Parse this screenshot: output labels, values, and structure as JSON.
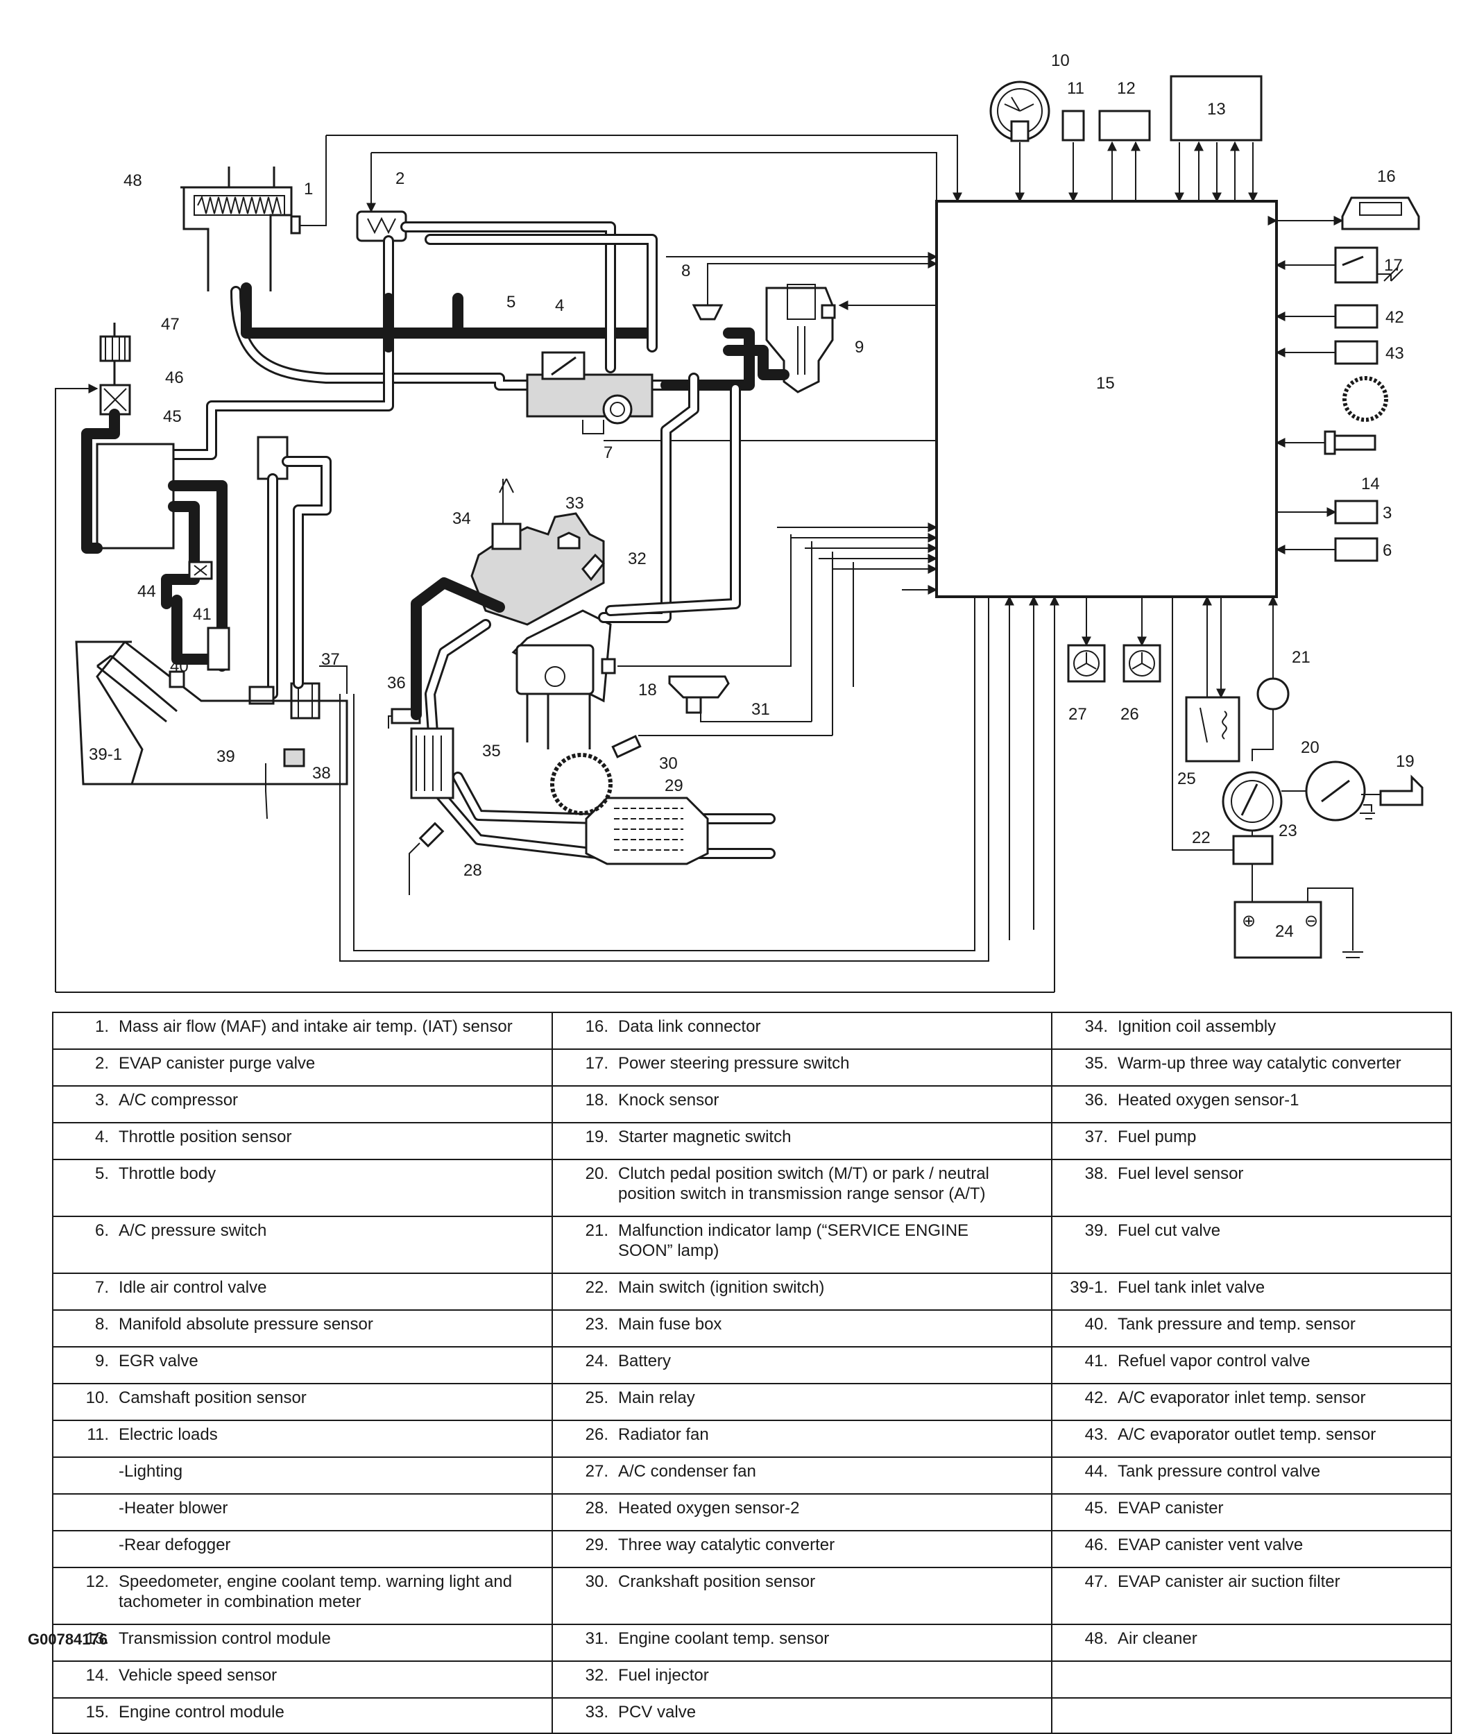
{
  "diagram": {
    "callouts": [
      "1",
      "2",
      "3",
      "4",
      "5",
      "6",
      "7",
      "8",
      "9",
      "10",
      "11",
      "12",
      "13",
      "14",
      "15",
      "16",
      "17",
      "18",
      "19",
      "20",
      "21",
      "22",
      "23",
      "24",
      "25",
      "26",
      "27",
      "28",
      "29",
      "30",
      "31",
      "32",
      "33",
      "34",
      "35",
      "36",
      "37",
      "38",
      "39",
      "39-1",
      "40",
      "41",
      "42",
      "43",
      "44",
      "45",
      "46",
      "47",
      "48"
    ],
    "battery_symbols": [
      "⊕",
      "⊖"
    ]
  },
  "legend": {
    "columns": [
      [
        {
          "n": "1.",
          "t": "Mass air flow (MAF) and intake air temp. (IAT) sensor"
        },
        {
          "n": "2.",
          "t": "EVAP canister purge valve"
        },
        {
          "n": "3.",
          "t": "A/C compressor"
        },
        {
          "n": "4.",
          "t": "Throttle position sensor"
        },
        {
          "n": "5.",
          "t": "Throttle body"
        },
        {
          "n": "6.",
          "t": "A/C pressure switch"
        },
        {
          "n": "7.",
          "t": "Idle air control valve"
        },
        {
          "n": "8.",
          "t": "Manifold absolute pressure sensor"
        },
        {
          "n": "9.",
          "t": "EGR valve"
        },
        {
          "n": "10.",
          "t": "Camshaft position sensor"
        },
        {
          "n": "11.",
          "t": "Electric loads"
        },
        {
          "n": "",
          "t": "-Lighting"
        },
        {
          "n": "",
          "t": "-Heater blower"
        },
        {
          "n": "",
          "t": "-Rear defogger"
        },
        {
          "n": "12.",
          "t": "Speedometer, engine coolant temp. warning light and\ntachometer in combination meter"
        },
        {
          "n": "13.",
          "t": "Transmission control module"
        },
        {
          "n": "14.",
          "t": "Vehicle speed sensor"
        },
        {
          "n": "15.",
          "t": "Engine control module"
        }
      ],
      [
        {
          "n": "16.",
          "t": "Data link connector"
        },
        {
          "n": "17.",
          "t": "Power steering pressure switch"
        },
        {
          "n": "18.",
          "t": "Knock sensor"
        },
        {
          "n": "19.",
          "t": "Starter magnetic switch"
        },
        {
          "n": "20.",
          "t": "Clutch pedal position switch (M/T) or park / neutral\nposition switch in transmission range sensor (A/T)"
        },
        {
          "n": "21.",
          "t": "Malfunction indicator lamp (“SERVICE ENGINE\nSOON” lamp)"
        },
        {
          "n": "22.",
          "t": "Main switch (ignition switch)"
        },
        {
          "n": "23.",
          "t": "Main fuse box"
        },
        {
          "n": "24.",
          "t": "Battery"
        },
        {
          "n": "25.",
          "t": "Main relay"
        },
        {
          "n": "26.",
          "t": "Radiator fan"
        },
        {
          "n": "27.",
          "t": "A/C condenser fan"
        },
        {
          "n": "28.",
          "t": "Heated oxygen sensor-2"
        },
        {
          "n": "29.",
          "t": "Three way catalytic converter"
        },
        {
          "n": "30.",
          "t": "Crankshaft position sensor"
        },
        {
          "n": "31.",
          "t": "Engine coolant temp. sensor"
        },
        {
          "n": "32.",
          "t": "Fuel injector"
        },
        {
          "n": "33.",
          "t": "PCV valve"
        }
      ],
      [
        {
          "n": "34.",
          "t": "Ignition coil assembly"
        },
        {
          "n": "35.",
          "t": "Warm-up three way catalytic converter"
        },
        {
          "n": "36.",
          "t": "Heated oxygen sensor-1"
        },
        {
          "n": "37.",
          "t": "Fuel pump"
        },
        {
          "n": "38.",
          "t": "Fuel level sensor"
        },
        {
          "n": "39.",
          "t": "Fuel cut valve"
        },
        {
          "n": "39-1.",
          "t": "Fuel tank inlet valve"
        },
        {
          "n": "40.",
          "t": "Tank pressure and temp. sensor"
        },
        {
          "n": "41.",
          "t": "Refuel vapor control valve"
        },
        {
          "n": "42.",
          "t": "A/C evaporator inlet temp. sensor"
        },
        {
          "n": "43.",
          "t": "A/C evaporator outlet temp. sensor"
        },
        {
          "n": "44.",
          "t": "Tank pressure control valve"
        },
        {
          "n": "45.",
          "t": "EVAP canister"
        },
        {
          "n": "46.",
          "t": "EVAP canister vent valve"
        },
        {
          "n": "47.",
          "t": "EVAP canister air suction filter"
        },
        {
          "n": "48.",
          "t": "Air cleaner"
        },
        {
          "n": "",
          "t": ""
        },
        {
          "n": "",
          "t": ""
        }
      ]
    ]
  },
  "figure_code": "G00784176"
}
